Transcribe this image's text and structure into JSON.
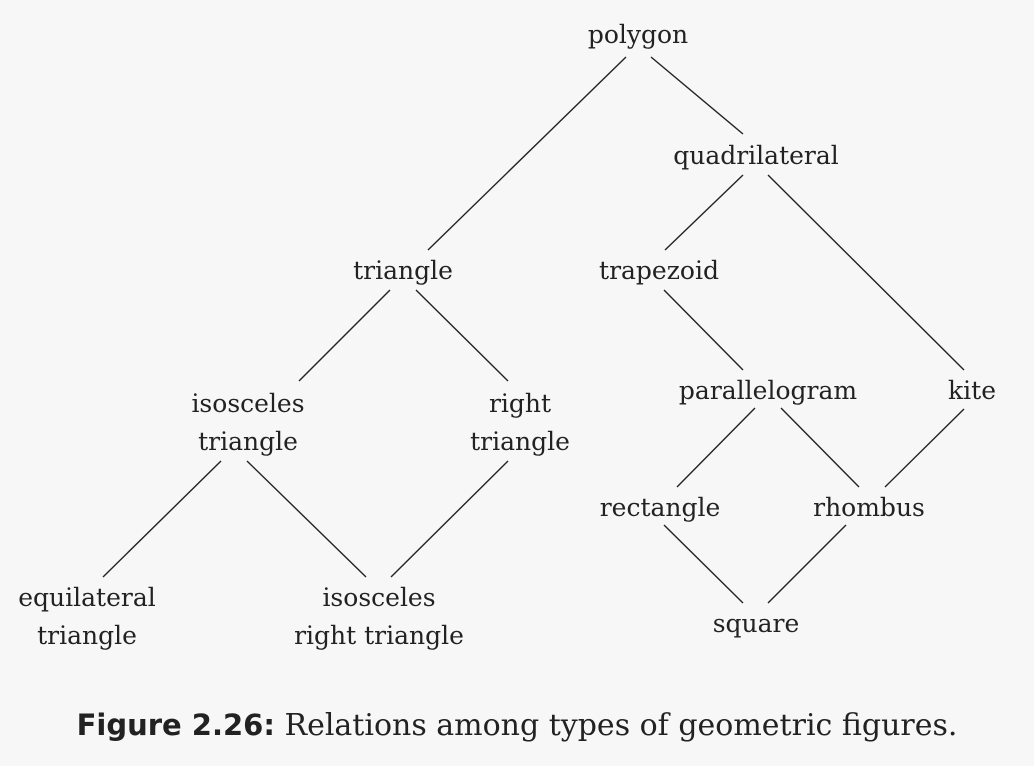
{
  "nodes": {
    "polygon": [
      "polygon"
    ],
    "quadrilateral": [
      "quadrilateral"
    ],
    "triangle": [
      "triangle"
    ],
    "trapezoid": [
      "trapezoid"
    ],
    "isosceles_triangle": [
      "isosceles",
      "triangle"
    ],
    "right_triangle": [
      "right",
      "triangle"
    ],
    "parallelogram": [
      "parallelogram"
    ],
    "kite": [
      "kite"
    ],
    "rectangle": [
      "rectangle"
    ],
    "rhombus": [
      "rhombus"
    ],
    "equilateral_triangle": [
      "equilateral",
      "triangle"
    ],
    "isosceles_right_triangle": [
      "isosceles",
      "right triangle"
    ],
    "square": [
      "square"
    ]
  },
  "edges": [
    [
      "polygon",
      "triangle"
    ],
    [
      "polygon",
      "quadrilateral"
    ],
    [
      "quadrilateral",
      "trapezoid"
    ],
    [
      "quadrilateral",
      "kite"
    ],
    [
      "triangle",
      "isosceles_triangle"
    ],
    [
      "triangle",
      "right_triangle"
    ],
    [
      "trapezoid",
      "parallelogram"
    ],
    [
      "parallelogram",
      "rectangle"
    ],
    [
      "parallelogram",
      "rhombus"
    ],
    [
      "kite",
      "rhombus"
    ],
    [
      "isosceles_triangle",
      "equilateral_triangle"
    ],
    [
      "isosceles_triangle",
      "isosceles_right_triangle"
    ],
    [
      "right_triangle",
      "isosceles_right_triangle"
    ],
    [
      "rectangle",
      "square"
    ],
    [
      "rhombus",
      "square"
    ]
  ],
  "caption": {
    "label": "Figure 2.26:",
    "text": "Relations among types of geometric figures."
  }
}
